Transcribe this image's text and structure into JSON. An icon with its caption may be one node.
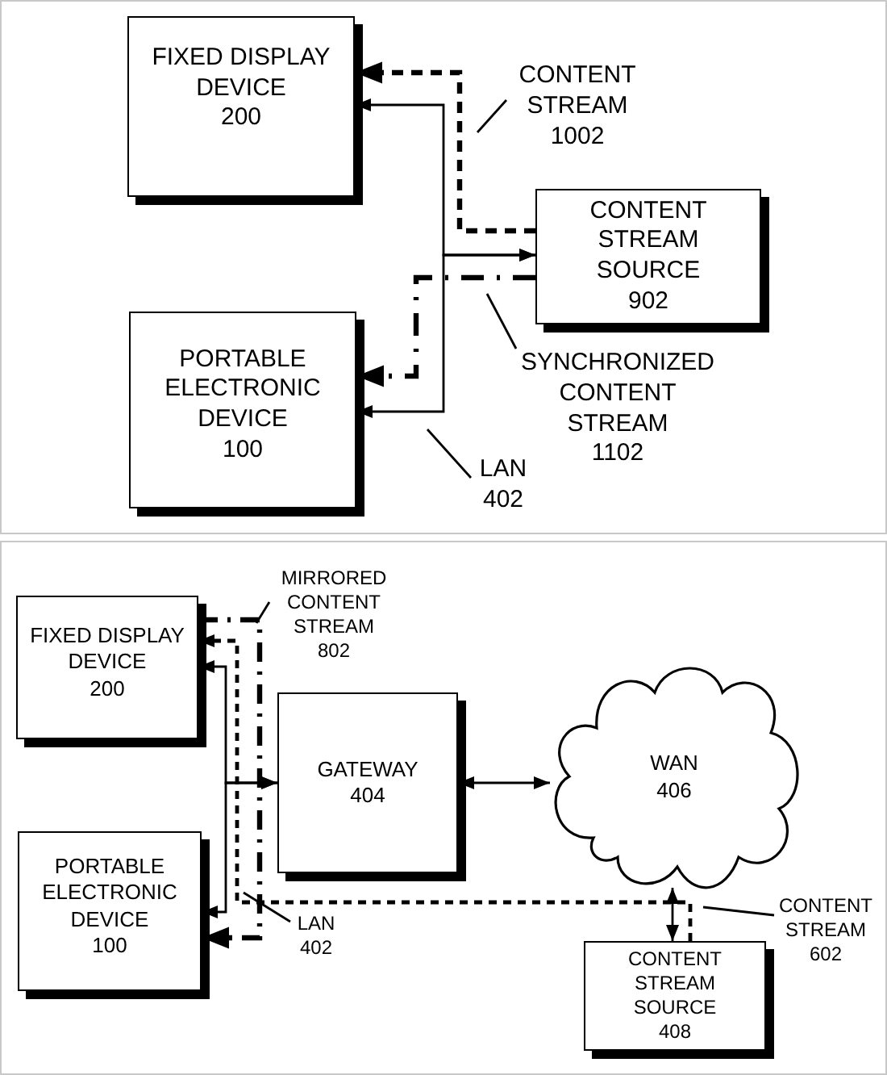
{
  "diagram": {
    "nodes": [
      {
        "text": [
          "FIXED DISPLAY DEVICE",
          "200"
        ]
      },
      {
        "text": [
          "CONTENT STREAM SOURCE",
          "902"
        ]
      },
      {
        "text": [
          "PORTABLE ELECTRONIC DEVICE",
          "100"
        ]
      },
      {
        "text": [
          "FIXED DISPLAY DEVICE",
          "200"
        ]
      },
      {
        "text": [
          "GATEWAY",
          "404"
        ]
      },
      {
        "text": [
          "WAN",
          "406"
        ]
      },
      {
        "text": [
          "PORTABLE ELECTRONIC DEVICE",
          "100"
        ]
      },
      {
        "text": [
          "CONTENT STREAM SOURCE",
          "408"
        ]
      },
      {
        "text": [
          "CONTENT STREAM",
          "1002"
        ]
      },
      {
        "text": [
          "SYNCHRONIZED CONTENT STREAM",
          "1102"
        ]
      },
      {
        "text": [
          "LAN",
          "402"
        ]
      },
      {
        "text": [
          "MIRRORED CONTENT STREAM",
          "802"
        ]
      },
      {
        "text": [
          "LAN",
          "402"
        ]
      },
      {
        "text": [
          "CONTENT STREAM",
          "602"
        ]
      }
    ],
    "edges": [
      {
        "from": 1,
        "to": 0,
        "arrow": "to",
        "style": "dashed"
      },
      {
        "from": 1,
        "to": 0,
        "arrow": "both"
      },
      {
        "from": 1,
        "to": 2,
        "arrow": "both"
      },
      {
        "from": 1,
        "to": 2,
        "arrow": "to",
        "style": "dashed"
      },
      {
        "from": 8,
        "to": null,
        "arrow": "none"
      },
      {
        "from": 9,
        "to": null,
        "arrow": "none"
      },
      {
        "from": 10,
        "to": null,
        "arrow": "none"
      },
      {
        "from": 4,
        "to": 3,
        "arrow": "both"
      },
      {
        "from": 4,
        "to": 6,
        "arrow": "both"
      },
      {
        "from": 4,
        "to": 5,
        "arrow": "both"
      },
      {
        "from": 5,
        "to": 7,
        "arrow": "both"
      },
      {
        "from": 7,
        "to": 3,
        "arrow": "to",
        "style": "dashed"
      },
      {
        "from": 3,
        "to": 6,
        "arrow": "to",
        "style": "dashed"
      },
      {
        "from": 11,
        "to": null,
        "arrow": "none"
      },
      {
        "from": 12,
        "to": null,
        "arrow": "none"
      },
      {
        "from": 13,
        "to": null,
        "arrow": "none"
      }
    ]
  }
}
